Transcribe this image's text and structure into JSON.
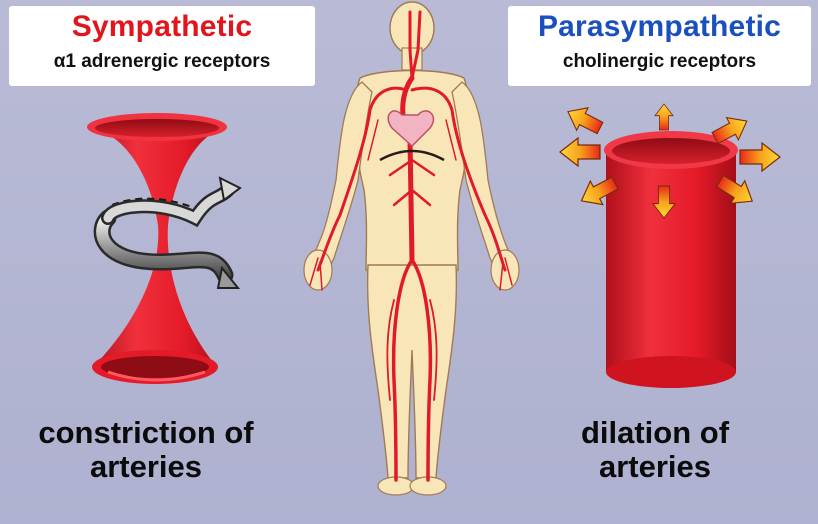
{
  "sympathetic": {
    "heading": "Sympathetic",
    "subtitle": "α1 adrenergic receptors",
    "caption_line1": "constriction of",
    "caption_line2": "arteries"
  },
  "parasympathetic": {
    "heading": "Parasympathetic",
    "subtitle": "cholinergic receptors",
    "caption_line1": "dilation of",
    "caption_line2": "arteries"
  },
  "colors": {
    "background": "#b4b7d2",
    "sympathetic_heading": "#e2141c",
    "parasympathetic_heading": "#1a4fbf",
    "artery_red": "#e8192c",
    "body_skin": "#f9e6b8",
    "arrow_orange": "#f08a1c"
  },
  "icons": [
    "constricted-artery",
    "nerve-ring",
    "human-body-arterial-system",
    "dilated-artery",
    "dilation-arrows"
  ]
}
